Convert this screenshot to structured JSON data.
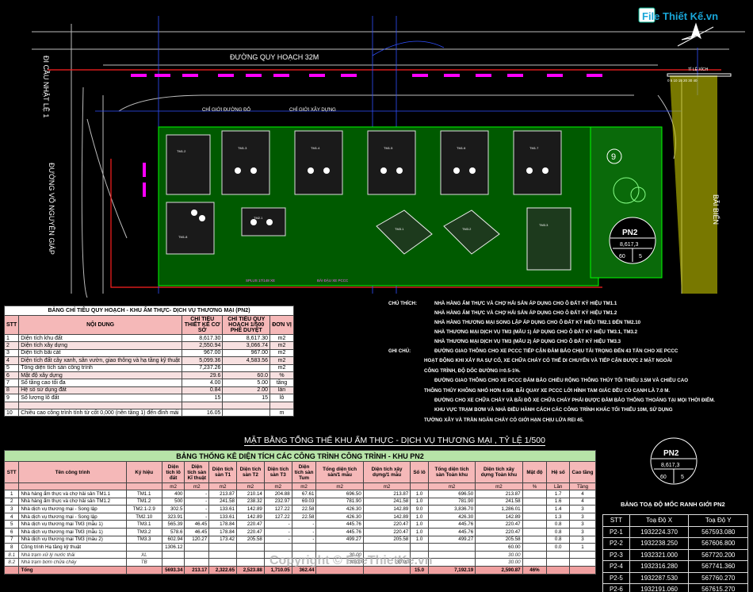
{
  "plan": {
    "road_top": "ĐƯỜNG QUY HOẠCH 32M",
    "road_left_top": "ĐI CẦU NHẬT LỆ 1",
    "road_left": "ĐƯỜNG VÕ NGUYÊN GIÁP",
    "road_right": "BÃI BIỂN",
    "red_line_label": "CHỈ GIỚI ĐƯỜNG ĐỎ",
    "build_line_label": "CHỈ GIỚI XÂY DỰNG",
    "scale_label": "TỈ LỆ XÍCH",
    "scale_ticks": "0  5  10  15  20  30  40",
    "lot_number": "9",
    "pn2_badge": {
      "title": "PN2",
      "area": "8,617,3",
      "left": "60",
      "right": "5"
    },
    "unit_labels": [
      "TM1.2",
      "TM1.3",
      "TM1.4",
      "TM1.5",
      "TM1.6",
      "TM1.7",
      "TM1.8",
      "TM2.1",
      "TM3.1",
      "TM3.2",
      "TM3.3"
    ],
    "logo": "File Thiết Kế.vn",
    "bottom_labels": [
      "SPLUS 17/148 XE",
      "BÃI ĐẬU XE PCCC"
    ]
  },
  "table1": {
    "caption": "BẢNG CHỈ TIÊU QUY HOẠCH - KHU ẨM THỰC- DỊCH VỤ THƯƠNG MẠI (PN2)",
    "headers": [
      "STT",
      "NỘI DUNG",
      "CHỈ TIÊU THIẾT KẾ CƠ SỞ",
      "CHỈ TIÊU QUY HOẠCH 1/500 PHÊ DUYỆT",
      "ĐƠN VỊ"
    ],
    "rows": [
      [
        "1",
        "Diện tích khu đất",
        "8,617.30",
        "8,617.30",
        "m2"
      ],
      [
        "2",
        "Diện tích xây dựng",
        "2,550.94",
        "3,066.74",
        "m2"
      ],
      [
        "3",
        "Diện tích bãi cát",
        "967.00",
        "967.00",
        "m2"
      ],
      [
        "4",
        "Diện tích đất cây xanh, sân vườn, giao thông và hạ tầng kỹ thuật",
        "5,099.36",
        "4,583.56",
        "m2"
      ],
      [
        "5",
        "Tổng diện tích sàn công trình",
        "7,237.26",
        "",
        "m2"
      ],
      [
        "6",
        "Mật độ xây dựng",
        "29.6",
        "60.0",
        "%"
      ],
      [
        "7",
        "Số tầng cao tối đa",
        "4.00",
        "5.00",
        "tầng"
      ],
      [
        "8",
        "Hệ số sử dụng đất",
        "0.84",
        "2.00",
        "lần"
      ],
      [
        "9",
        "Số lượng lô đất",
        "15",
        "15",
        "lô"
      ],
      [
        "",
        "",
        "",
        "",
        ""
      ],
      [
        "10",
        "Chiều cao công trình tính từ cốt 0,000 (nền tầng 1) đến đỉnh mái",
        "16.05",
        "",
        "m"
      ]
    ]
  },
  "notes": {
    "chu_thich": "CHÚ THÍCH:",
    "legend": [
      "NHÀ HÀNG ẨM THỰC VÀ CHỢ HẢI SẢN ÁP DỤNG CHO Ô ĐẤT KÝ HIỆU TM1.1",
      "NHÀ HÀNG ẨM THỰC VÀ CHỢ HẢI SẢN ÁP DỤNG CHO Ô ĐẤT KÝ HIỆU TM1.2",
      "NHÀ HÀNG THƯƠNG MẠI SONG LẬP ÁP DỤNG CHO Ô ĐẤT KÝ HIỆU TM2.1 ĐẾN TM2.10",
      "NHÀ THƯƠNG MẠI DỊCH VỤ TM3 (MẪU 1) ÁP DỤNG CHO Ô ĐẤT KÝ HIỆU TM3.1, TM3.2",
      "NHÀ THƯƠNG MẠI DỊCH VỤ TM3 (MẪU 2) ÁP DỤNG CHO Ô ĐẤT KÝ HIỆU TM3.3"
    ],
    "ghi_chu": "GHI CHÚ:",
    "remarks": [
      "ĐƯỜNG GIAO THÔNG CHO XE PCCC TIẾP CẬN ĐẢM BẢO CHỊU TẢI TRỌNG ĐẾN 43 TẤN CHO XE PCCC",
      "HOẠT ĐỘNG KHI XẢY RA SỰ CỐ, XE CHỮA CHÁY CÓ THỂ DI CHUYỂN VÀ TIẾP CẬN ĐƯỢC 2 MẶT NGOÀI",
      "CÔNG TRÌNH, ĐỘ DỐC ĐƯỜNG I=0.5-1%.",
      "ĐƯỜNG GIAO THÔNG CHO XE PCCC ĐẢM BẢO CHIỀU RỘNG THÔNG THỦY TỐI THIỂU 3.5M VÀ CHIỀU CAO",
      "THÔNG THỦY KHÔNG NHỎ HƠN 4.5M. BÃI QUAY XE PCCC LỚI HÌNH TAM GIÁC ĐỀU CÓ CẠNH LÀ 7.0 M.",
      "ĐƯỜNG CHO XE CHỮA CHÁY VÀ BÃI ĐỖ XE CHỮA CHÁY PHẢI ĐƯỢC ĐẢM BẢO THÔNG THOÁNG TẠI MỌI THỜI ĐIỂM.",
      "KHU VỰC TRẠM BƠM VÀ NHÀ ĐIỀU HÀNH CÁCH CÁC CÔNG TRÌNH KHÁC TỐI THIỂU 10M, SỬ DỤNG",
      "TƯỜNG XÂY VÀ TRẦN NGĂN CHÁY CÓ GIỚI HẠN CHỊU LỬA REI 45."
    ]
  },
  "drawing_title": "MẶT BẰNG TỔNG THỂ KHU ẨM THỰC - DỊCH VỤ THƯƠNG MẠI , TỶ LỆ 1/500",
  "pn2_badge2": {
    "title": "PN2",
    "area": "8,617,3",
    "left": "60",
    "right": "5"
  },
  "table2": {
    "caption": "BẢNG THỐNG KÊ DIỆN TÍCH CÁC CÔNG TRÌNH CÔNG TRÌNH - KHU PN2",
    "headers": [
      "STT",
      "Tên công trình",
      "Ký hiệu",
      "Diện tích lô đất",
      "Diện tích sàn Kĩ thuật",
      "Diện tích sàn T1",
      "Diện tích sàn T2",
      "Diện tích sàn T3",
      "Diện tích sàn Tum",
      "Tổng diện tích sàn/1 mẫu",
      "Diện tích xây dựng/1 mẫu",
      "Số lô",
      "Tổng diện tích sàn Toàn khu",
      "Diện tích xây dựng Toàn khu",
      "Mật độ",
      "Hệ số",
      "Cao tầng"
    ],
    "units": [
      "",
      "",
      "",
      "m2",
      "m2",
      "m2",
      "m2",
      "m2",
      "m2",
      "m2",
      "m2",
      "",
      "m2",
      "m2",
      "%",
      "Lần",
      "Tầng"
    ],
    "rows": [
      [
        "1",
        "Nhà hàng ẩm thực và chợ hải sản TM1.1",
        "TM1.1",
        "400",
        "-",
        "213.87",
        "210.14",
        "204.88",
        "67.61",
        "696.50",
        "213.87",
        "1.0",
        "696.50",
        "213.87",
        "",
        "1.7",
        "4"
      ],
      [
        "2",
        "Nhà hàng ẩm thực và chợ hải sản TM1.2",
        "TM1.2",
        "500",
        "-",
        "241.58",
        "238.32",
        "232.97",
        "69.03",
        "781.90",
        "241.58",
        "1.0",
        "781.90",
        "241.58",
        "",
        "1.6",
        "4"
      ],
      [
        "3",
        "Nhà dịch vụ thương mại - Song lập",
        "TM2.1-2.9",
        "302.5",
        "-",
        "133.61",
        "142.89",
        "127.22",
        "22.58",
        "426.30",
        "142.89",
        "9.0",
        "3,836.70",
        "1,286.01",
        "",
        "1.4",
        "3"
      ],
      [
        "4",
        "Nhà dịch vụ thương mại - Song lập",
        "TM2.10",
        "323.91",
        "-",
        "133.61",
        "142.89",
        "127.22",
        "22.58",
        "426.30",
        "142.89",
        "1.0",
        "426.30",
        "142.89",
        "",
        "1.3",
        "3"
      ],
      [
        "5",
        "Nhà dịch vụ thương mại TM3 (mẫu 1)",
        "TM3.1",
        "565.39",
        "46.45",
        "178.84",
        "220.47",
        "-",
        "-",
        "445.76",
        "220.47",
        "1.0",
        "445.76",
        "220.47",
        "",
        "0.8",
        "3"
      ],
      [
        "6",
        "Nhà dịch vụ thương mại TM3 (mẫu 1)",
        "TM3.2",
        "578.6",
        "46.45",
        "178.84",
        "220.47",
        "-",
        "-",
        "445.76",
        "220.47",
        "1.0",
        "445.76",
        "220.47",
        "",
        "0.8",
        "3"
      ],
      [
        "7",
        "Nhà dịch vụ thương mại TM3 (mẫu 2)",
        "TM3.3",
        "602.94",
        "120.27",
        "173.42",
        "205.58",
        "-",
        "-",
        "499.27",
        "205.58",
        "1.0",
        "499.27",
        "205.58",
        "",
        "0.8",
        "3"
      ],
      [
        "8",
        "Công trình Hạ tầng kỹ thuật",
        "",
        "1306.12",
        "",
        "",
        "",
        "",
        "",
        "",
        "",
        "",
        "",
        "60.00",
        "",
        "0.0",
        "1"
      ]
    ],
    "sub_rows": [
      [
        "8.1",
        "Nhà trạm xử lý nước thải",
        "XL",
        "",
        "",
        "",
        "",
        "",
        "",
        "30.00",
        "",
        "",
        "",
        "30.00",
        "",
        "",
        ""
      ],
      [
        "8.2",
        "Nhà trạm bơm chữa cháy",
        "TB",
        "",
        "",
        "",
        "",
        "",
        "",
        "30.00",
        "30.00",
        "",
        "",
        "30.00",
        "",
        "",
        ""
      ]
    ],
    "total": [
      "",
      "Tổng",
      "",
      "5693.34",
      "213.17",
      "2,322.65",
      "2,523.88",
      "1,710.05",
      "362.44",
      "",
      "",
      "15.0",
      "7,192.19",
      "2,590.87",
      "46%",
      "",
      ""
    ]
  },
  "table3": {
    "caption": "BẢNG TOẠ ĐỘ MỐC RANH GIỚI PN2",
    "headers": [
      "STT",
      "Toạ Độ X",
      "Toạ Độ Y"
    ],
    "rows": [
      [
        "P2-1",
        "1932224.370",
        "567593.080"
      ],
      [
        "P2-2",
        "1932238.250",
        "567606.800"
      ],
      [
        "P2-3",
        "1932321.000",
        "567720.200"
      ],
      [
        "P2-4",
        "1932316.280",
        "567741.360"
      ],
      [
        "P2-5",
        "1932287.530",
        "567760.270"
      ],
      [
        "P2-6",
        "1932191.060",
        "567615.270"
      ]
    ]
  },
  "watermark": "Copyright © FileThietKe.vn",
  "colors": {
    "background": "#000000",
    "green_zone": "#00c000",
    "cad_blue": "#3050ff",
    "cad_magenta": "#ff00ff"
  }
}
